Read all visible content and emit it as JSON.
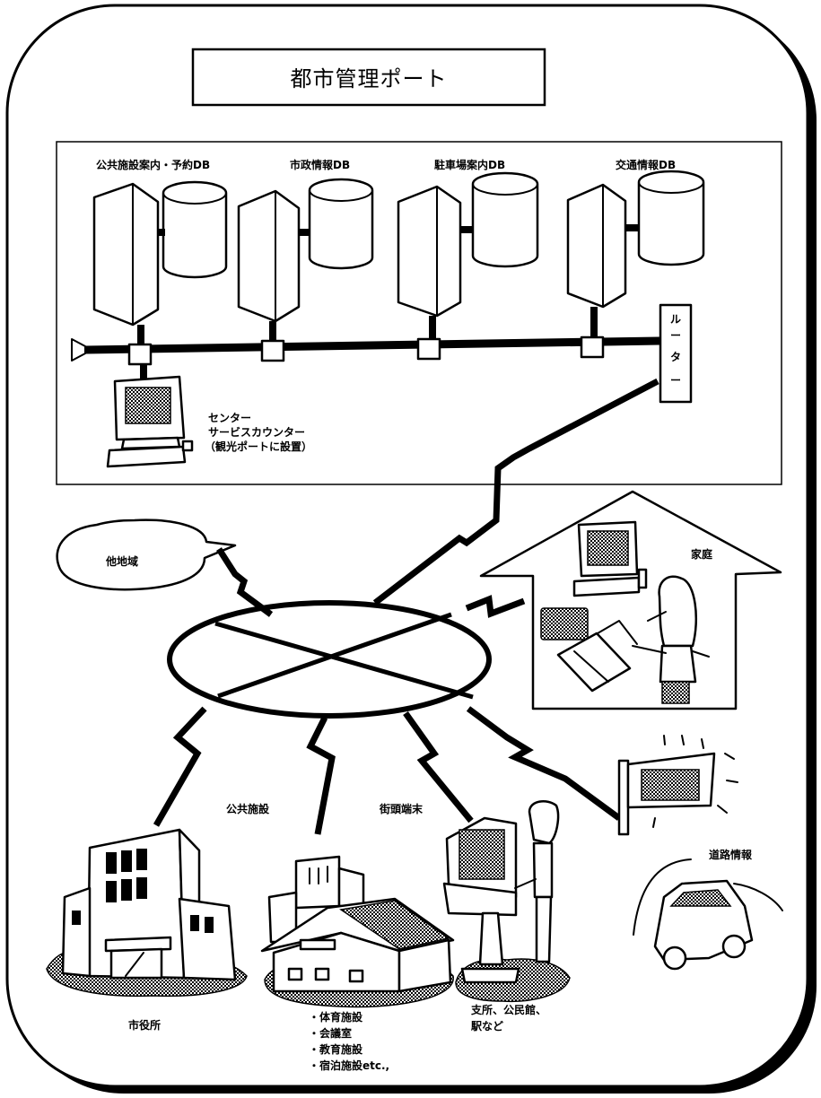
{
  "title": "都市管理ポート",
  "databases": [
    {
      "label": "公共施設案内・予約DB"
    },
    {
      "label": "市政情報DB"
    },
    {
      "label": "駐車場案内DB"
    },
    {
      "label": "交通情報DB"
    }
  ],
  "router": {
    "chars": [
      "ル",
      "ー",
      "タ",
      "ー"
    ]
  },
  "center_service": {
    "lines": [
      "センター",
      "サービスカウンター",
      "（観光ポートに設置）"
    ]
  },
  "other_region": "他地域",
  "home": "家庭",
  "public_facility": "公共施設",
  "street_terminal": "街頭端末",
  "road_info": "道路情報",
  "city_hall": "市役所",
  "facility_list": [
    "・体育施設",
    "・会議室",
    "・教育施設",
    "・宿泊施設etc.,"
  ],
  "branch_list": [
    "支所、公民館、",
    "駅など"
  ]
}
